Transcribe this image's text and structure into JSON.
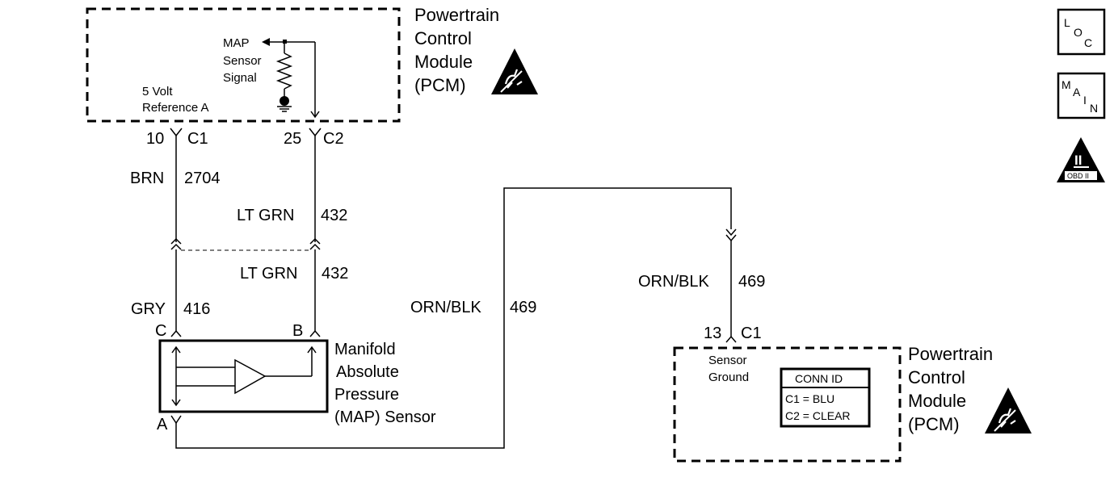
{
  "pcm_top": {
    "title": [
      "Powertrain",
      "Control",
      "Module",
      "(PCM)"
    ],
    "map_signal": [
      "MAP",
      "Sensor",
      "Signal"
    ],
    "reference": [
      "5 Volt",
      "Reference A"
    ]
  },
  "pins_top": {
    "left_pin": "10",
    "left_conn": "C1",
    "right_pin": "25",
    "right_conn": "C2"
  },
  "wires": {
    "brn_color": "BRN",
    "brn_circuit": "2704",
    "ltgrn_upper_color": "LT GRN",
    "ltgrn_upper_circuit": "432",
    "ltgrn_lower_color": "LT GRN",
    "ltgrn_lower_circuit": "432",
    "gry_color": "GRY",
    "gry_circuit": "416",
    "ornblk_left_color": "ORN/BLK",
    "ornblk_left_circuit": "469",
    "ornblk_right_color": "ORN/BLK",
    "ornblk_right_circuit": "469"
  },
  "map_sensor": {
    "pin_c": "C",
    "pin_b": "B",
    "pin_a": "A",
    "name": [
      "Manifold",
      "Absolute",
      "Pressure",
      "(MAP) Sensor"
    ]
  },
  "pcm_bottom": {
    "pin": "13",
    "conn": "C1",
    "sensor_ground": [
      "Sensor",
      "Ground"
    ],
    "title": [
      "Powertrain",
      "Control",
      "Module",
      "(PCM)"
    ],
    "conn_id": {
      "header": "CONN ID",
      "c1": "C1 = BLU",
      "c2": "C2 = CLEAR"
    }
  },
  "icons": {
    "loc": [
      "L",
      "O",
      "C"
    ],
    "main": [
      "M",
      "A",
      "I",
      "N"
    ],
    "obd": {
      "roman": "II",
      "label": "OBD II"
    }
  }
}
